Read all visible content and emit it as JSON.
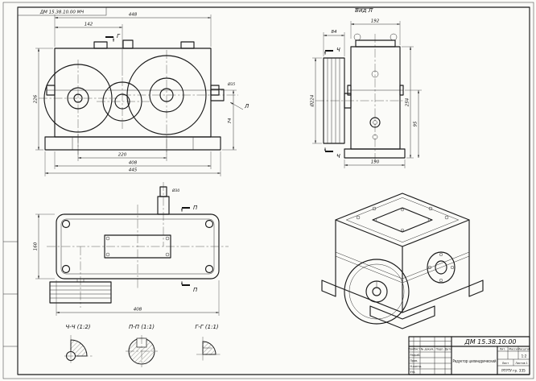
{
  "sheet": {
    "corner_stamp": "ДМ 15.38.10.00 МЧ"
  },
  "views": {
    "front": {
      "dim_top_overall": "448",
      "dim_top_left": "142",
      "dim_centers": "220",
      "dim_width": "408",
      "dim_base": "445",
      "dim_height": "226",
      "dim_right_lower": "74",
      "dim_shaft": "Ø35",
      "view_arrow": "Л",
      "section_mark": "Г"
    },
    "side": {
      "title": "Вид Л",
      "dim_pulley_width": "84",
      "dim_housing_width": "192",
      "dim_pulley_dia": "Ø224",
      "dim_height_overall": "254",
      "dim_height_lower": "95",
      "dim_base_width": "190",
      "section_mark": "Ч"
    },
    "top": {
      "dim_length": "408",
      "dim_depth": "160",
      "dim_shaft": "Ø30",
      "section_mark": "П"
    },
    "sections": {
      "ch": "Ч-Ч (1:2)",
      "p": "П-П (1:1)",
      "g": "Г-Г (1:1)"
    }
  },
  "title_block": {
    "doc_number": "ДМ 15.38.10.00",
    "name": "Редуктор цилиндрический",
    "header_cells": [
      "Изм.",
      "Лист",
      "№ докум.",
      "Подп.",
      "Дата"
    ],
    "row_labels": [
      "Разраб.",
      "Пров.",
      "Н.контр.",
      "Утв."
    ],
    "lit_label": "Лит.",
    "mass_label": "Масса",
    "scale_label": "Масштаб",
    "scale_value": "1:2",
    "sheet_label": "Лист",
    "sheets_label": "Листов 1",
    "org": "РГРТУ гр. 335"
  }
}
